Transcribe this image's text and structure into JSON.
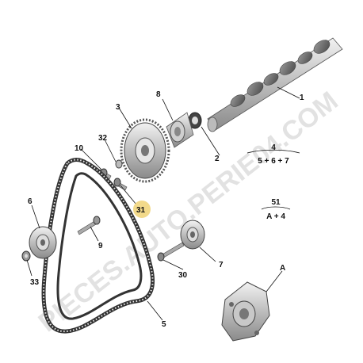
{
  "watermark": "PIECES.AUTO.PERIE04.COM",
  "highlight_color": "#f2d98a",
  "callouts": {
    "c1": "1",
    "c2": "2",
    "c3": "3",
    "c4": "4",
    "c5": "5",
    "c6": "6",
    "c7": "7",
    "c8": "8",
    "c9": "9",
    "c10": "10",
    "c30": "30",
    "c31": "31",
    "c32": "32",
    "c33": "33",
    "c51": "51",
    "cA": "A"
  },
  "formulas": {
    "f4_top": "4",
    "f4_bottom": "5 + 6 + 7",
    "f51_top": "51",
    "f51_bottom": "A + 4"
  }
}
